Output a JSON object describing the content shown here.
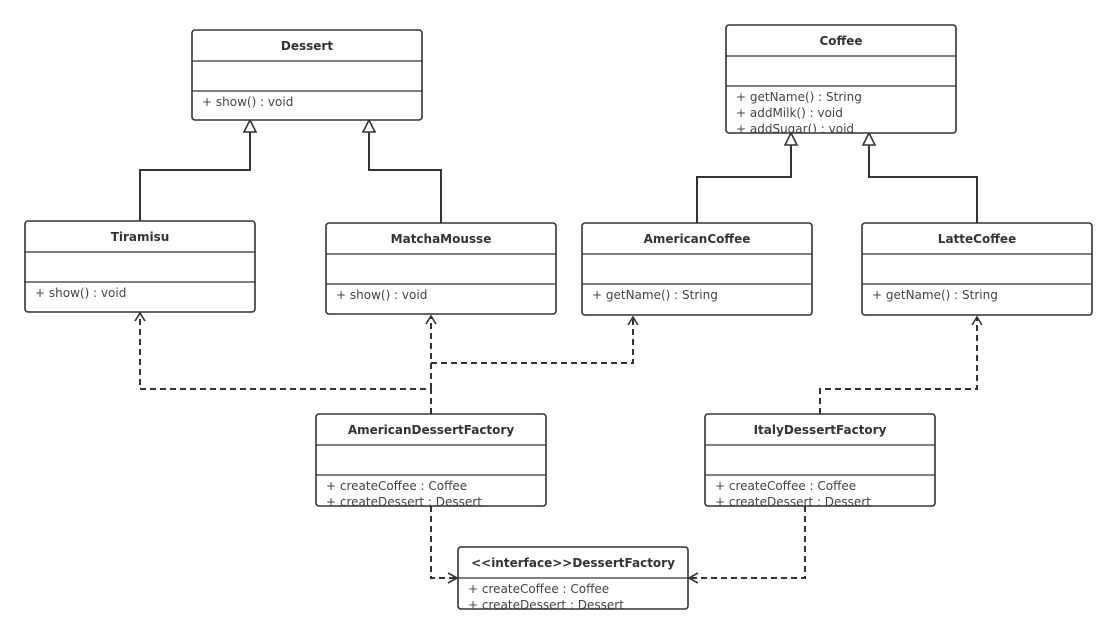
{
  "classes": [
    {
      "id": "dessert",
      "name": "Dessert",
      "methods": [
        "+ show() : void"
      ]
    },
    {
      "id": "coffee",
      "name": "Coffee",
      "methods": [
        "+ getName() : String",
        "+ addMilk() : void",
        "+ addSugar() : void"
      ]
    },
    {
      "id": "tiramisu",
      "name": "Tiramisu",
      "methods": [
        "+ show() : void"
      ]
    },
    {
      "id": "matchamousse",
      "name": "MatchaMousse",
      "methods": [
        "+ show() : void"
      ]
    },
    {
      "id": "americancoffee",
      "name": "AmericanCoffee",
      "methods": [
        "+ getName() : String"
      ]
    },
    {
      "id": "lattecoffee",
      "name": "LatteCoffee",
      "methods": [
        "+ getName() : String"
      ]
    },
    {
      "id": "americandessertfactory",
      "name": "AmericanDessertFactory",
      "methods": [
        "+ createCoffee : Coffee",
        "+ createDessert : Dessert"
      ]
    },
    {
      "id": "italydessertfactory",
      "name": "ItalyDessertFactory",
      "methods": [
        "+ createCoffee : Coffee",
        "+ createDessert : Dessert"
      ]
    },
    {
      "id": "dessertfactory",
      "name": "<<interface>>DessertFactory",
      "methods": [
        "+ createCoffee : Coffee",
        "+ createDessert : Dessert"
      ],
      "no_attributes_section": true
    }
  ],
  "relations": [
    {
      "type": "generalization",
      "from": "tiramisu",
      "to": "dessert"
    },
    {
      "type": "generalization",
      "from": "matchamousse",
      "to": "dessert"
    },
    {
      "type": "generalization",
      "from": "americancoffee",
      "to": "coffee"
    },
    {
      "type": "generalization",
      "from": "lattecoffee",
      "to": "coffee"
    },
    {
      "type": "dependency",
      "from": "americandessertfactory",
      "to": "tiramisu"
    },
    {
      "type": "dependency",
      "from": "americandessertfactory",
      "to": "matchamousse"
    },
    {
      "type": "dependency",
      "from": "americandessertfactory",
      "to": "americancoffee"
    },
    {
      "type": "dependency",
      "from": "italydessertfactory",
      "to": "lattecoffee"
    },
    {
      "type": "realization",
      "from": "americandessertfactory",
      "to": "dessertfactory"
    },
    {
      "type": "realization",
      "from": "italydessertfactory",
      "to": "dessertfactory"
    }
  ]
}
